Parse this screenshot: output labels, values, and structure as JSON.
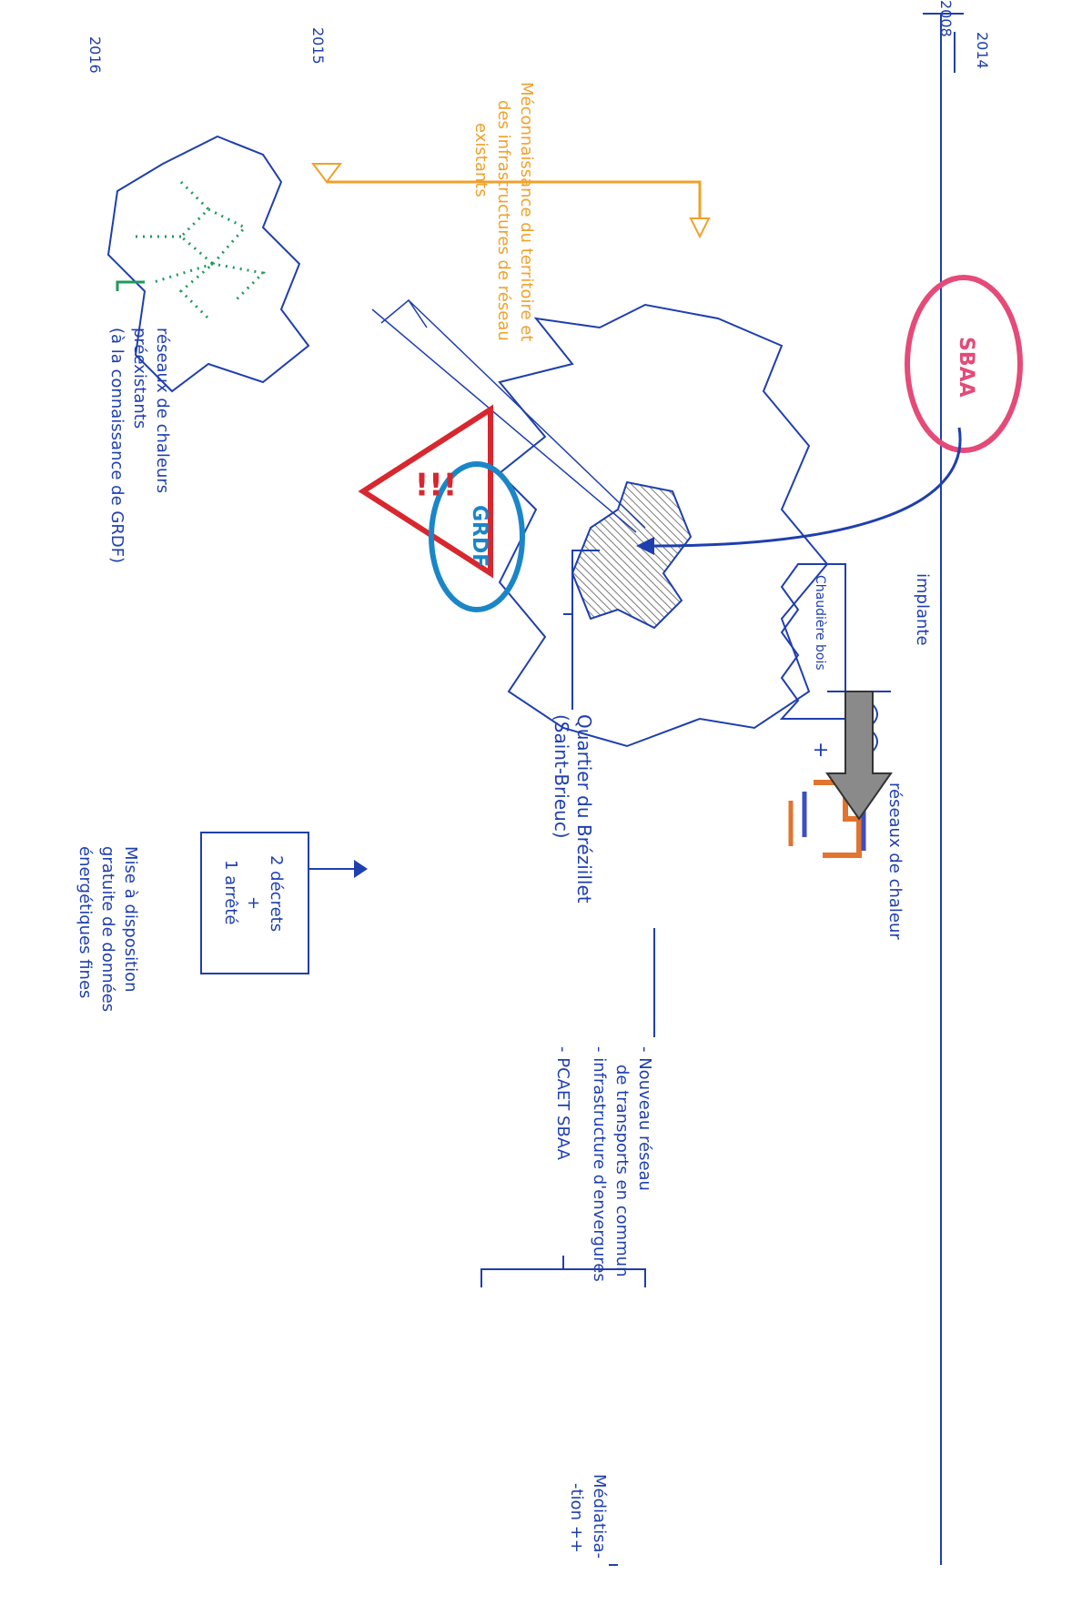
{
  "colors": {
    "ink_blue": "#1f3fae",
    "orange": "#f0a12a",
    "green": "#1f9a5a",
    "red": "#d8272e",
    "cyan": "#1a86c8",
    "pink": "#e54a78",
    "grey": "#8a8a8a"
  },
  "timeline": {
    "years": [
      "2008",
      "2014",
      "2015",
      "2016"
    ]
  },
  "top_header": "—",
  "sbaa": {
    "label": "SBAA",
    "implante": "implante",
    "chaudiere": "Chaudière bois",
    "plus": "+",
    "reseaux_chaleur": "réseaux de chaleur"
  },
  "quartier": {
    "label_line1": "Quartier du Bréziillet",
    "label_line2": "(Saint-Brieuc)"
  },
  "gap_note": {
    "line1": "Méconnaissance du territoire et",
    "line2": "des infrastructures de réseau",
    "line3": "existants"
  },
  "reseaux_pre": {
    "line1": "réseaux de chaleurs",
    "line2": "préexistants",
    "line3": "(à la connaissance de GRDF)"
  },
  "warning_icon": "warning-triangle-icon",
  "warning_text": "!!!",
  "grdf": {
    "label": "GRDF"
  },
  "decrees": {
    "line1": "2 décrets",
    "line2": "+",
    "line3": "1 arrêté"
  },
  "mise_a_dispo": {
    "line1": "Mise à disposition",
    "line2": "gratuite de données",
    "line3": "énergétiques fines"
  },
  "list": {
    "items": [
      "- Nouveau réseau",
      "de transports en commun",
      "- infrastructure d'envergures",
      "- PCAET SBAA"
    ]
  },
  "mediatisation": {
    "line1": "Médiatisa-",
    "line2": "-tion ++"
  }
}
